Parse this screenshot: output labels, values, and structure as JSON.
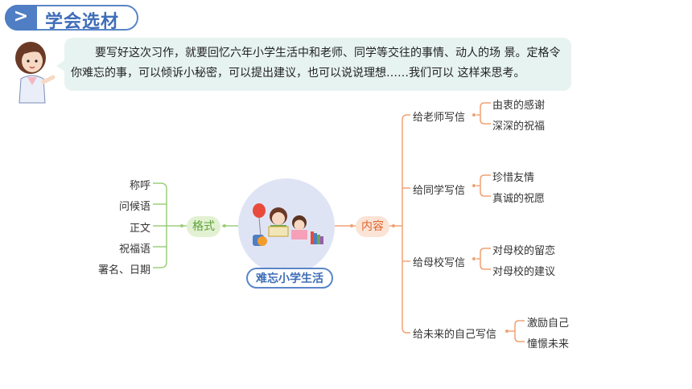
{
  "header": {
    "chevron": ">",
    "title": "学会选材"
  },
  "intro": {
    "text": "要写好这次习作，就要回忆六年小学生活中和老师、同学等交往的事情、动人的场 景。定格令你难忘的事，可以倾诉小秘密，可以提出建议，也可以说说理想……我们可以 这样来思考。"
  },
  "mindmap": {
    "center": "难忘小学生活",
    "left_branch": {
      "label": "格式",
      "items": [
        "称呼",
        "问候语",
        "正文",
        "祝福语",
        "署名、日期"
      ]
    },
    "right_branch": {
      "label": "内容",
      "items": [
        {
          "label": "给老师写信",
          "children": [
            "由衷的感谢",
            "深深的祝福"
          ]
        },
        {
          "label": "给同学写信",
          "children": [
            "珍惜友情",
            "真诚的祝愿"
          ]
        },
        {
          "label": "给母校写信",
          "children": [
            "对母校的留恋",
            "对母校的建议"
          ]
        },
        {
          "label": "给未来的自己写信",
          "children": [
            "激励自己",
            "憧憬未来"
          ]
        }
      ]
    }
  },
  "colors": {
    "blue": "#4f7ec4",
    "green": "#8cc56a",
    "orange": "#ef8a4f",
    "bubble": "#e7f3f1"
  }
}
